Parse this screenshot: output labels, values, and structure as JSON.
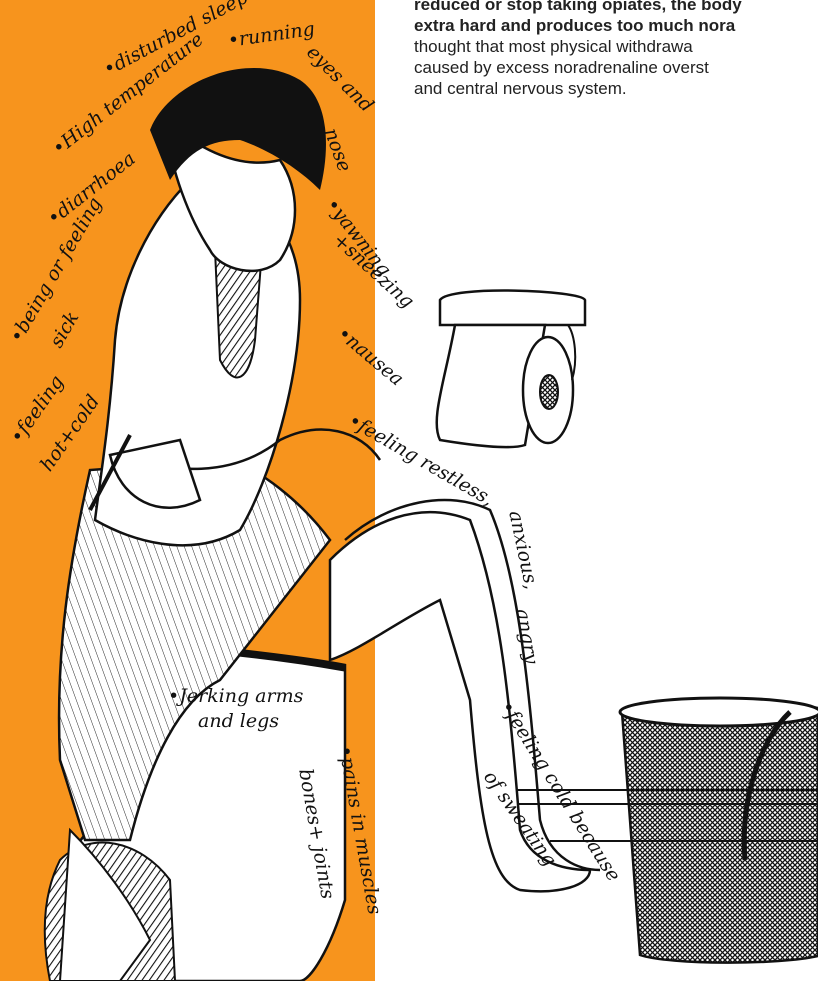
{
  "colors": {
    "panel": "#f7941d",
    "ink": "#111111",
    "text": "#222222"
  },
  "intro": {
    "line1": "reduced or stop taking opiates, the body",
    "line2": "extra hard and produces too much nora",
    "line3": "thought that most physical withdrawa",
    "line4": "caused by excess noradrenaline overst",
    "line5": "and central nervous system."
  },
  "symptoms": {
    "disturbed_sleep": "•disturbed sleep",
    "running": "•running",
    "eyes_and": "eyes and",
    "nose": "nose",
    "high_temperature": "•High temperature",
    "diarrhoea": "•diarrhoea",
    "yawning": "•yawning",
    "sneezing": "+sneezing",
    "being_or_feeling": "•being or feeling",
    "sick": "sick",
    "nausea": "•nausea",
    "feeling": "•feeling",
    "hot_cold": "hot+cold",
    "feeling_restless": "•feeling restless,",
    "anxious": "anxious,",
    "angry": "angry",
    "jerking": "•Jerking arms",
    "and_legs": "and legs",
    "pains": "•pains in muscles",
    "bones": "bones+ joints",
    "feeling_cold": "•feeling cold because",
    "of_sweating": "of sweating"
  }
}
